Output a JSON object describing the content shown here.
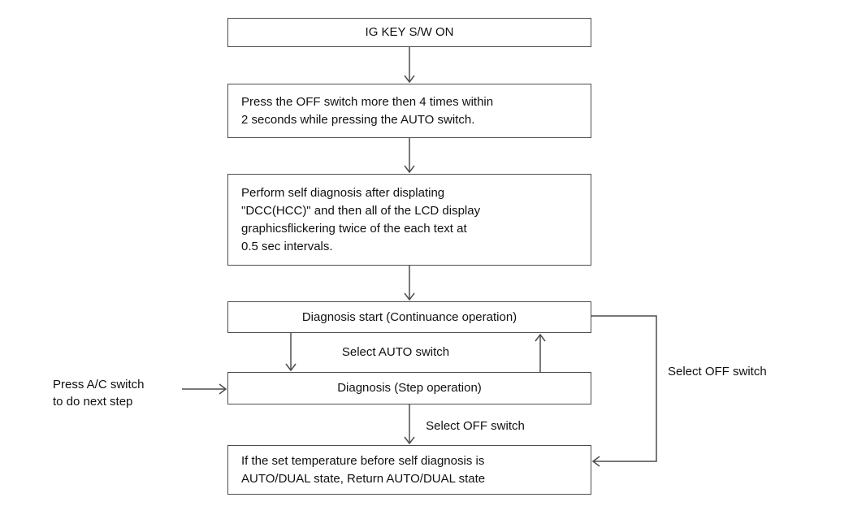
{
  "colors": {
    "background": "#ffffff",
    "line": "#4d4d4d",
    "text": "#111111"
  },
  "flowchart": {
    "nodes": {
      "ig_key_on": "IG KEY S/W ON",
      "press_off_switch": "Press the OFF switch more then 4 times within\n2 seconds while pressing the AUTO switch.",
      "perform_self_diagnosis": "Perform self diagnosis after displating\n\"DCC(HCC)\" and then all of the LCD display\ngraphicsflickering twice of the each text at\n0.5 sec intervals.",
      "diagnosis_start": "Diagnosis start (Continuance operation)",
      "diagnosis_step": "Diagnosis (Step operation)",
      "return_state": "If the set temperature before self diagnosis is\nAUTO/DUAL state, Return AUTO/DUAL state"
    },
    "edge_labels": {
      "select_auto": "Select AUTO switch",
      "select_off_step": "Select OFF switch",
      "select_off_loop": "Select OFF switch",
      "press_ac": "Press A/C switch\nto do next step"
    }
  }
}
